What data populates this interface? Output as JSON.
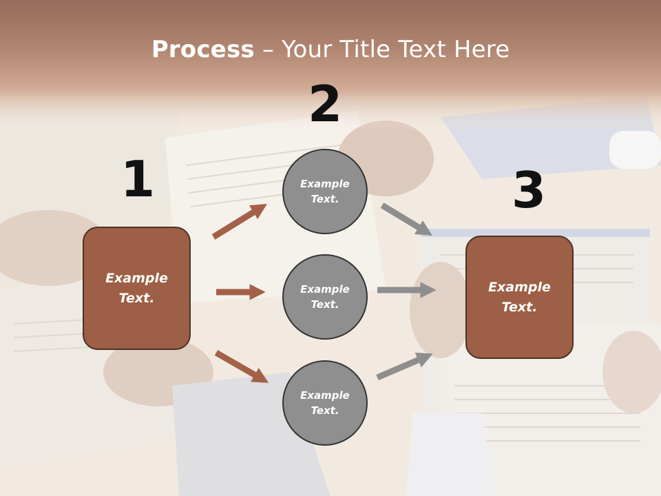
{
  "slide": {
    "title_bold": "Process",
    "title_rest": " – Your Title Text Here",
    "colors": {
      "banner": "#8f5a44",
      "box_fill": "#9d5f45",
      "circle_fill": "#8f8f8f",
      "arrow_brown": "#a46048",
      "arrow_gray": "#8e8e8e"
    }
  },
  "steps": {
    "step1": {
      "number": "1",
      "line1": "Example",
      "line2": "Text."
    },
    "step2": {
      "number": "2",
      "nodes": [
        {
          "line1": "Example",
          "line2": "Text."
        },
        {
          "line1": "Example",
          "line2": "Text."
        },
        {
          "line1": "Example",
          "line2": "Text."
        }
      ]
    },
    "step3": {
      "number": "3",
      "line1": "Example",
      "line2": "Text."
    }
  }
}
